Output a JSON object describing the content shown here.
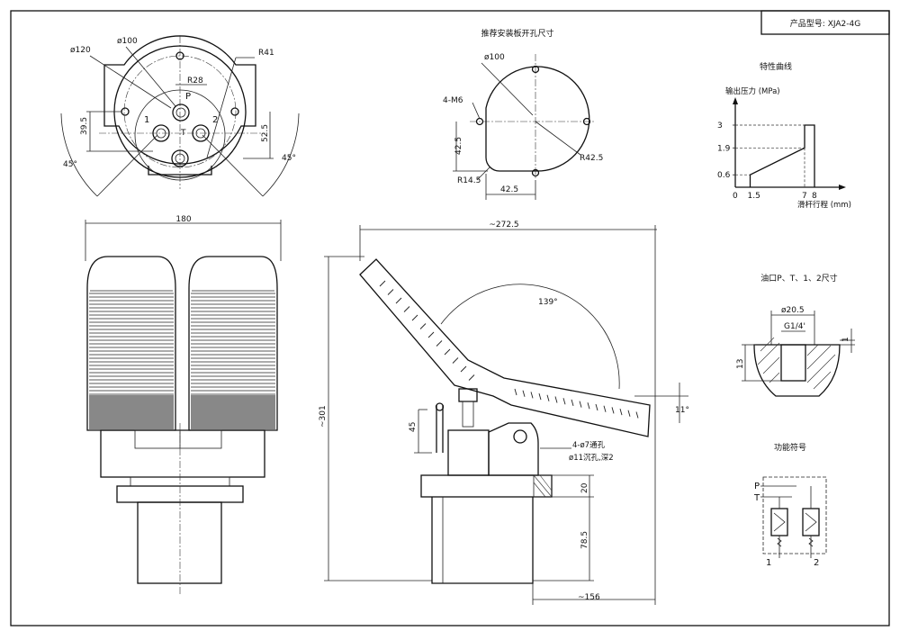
{
  "title_block": {
    "product_model": "产品型号: XJA2-4G"
  },
  "top_view": {
    "d120": "ø120",
    "d100": "ø100",
    "r41": "R41",
    "r28": "R28",
    "port_p": "P",
    "port_1": "1",
    "port_2": "2",
    "port_t": "T",
    "dim_39_5": "39.5",
    "dim_52_5": "52.5",
    "angle_left": "45°",
    "angle_right": "45°"
  },
  "mounting": {
    "title": "推荐安装板开孔尺寸",
    "d100": "ø100",
    "m6": "4-M6",
    "dim_42_5_v": "42.5",
    "dim_42_5_h": "42.5",
    "r14_5": "R14.5",
    "r42_5": "R42.5"
  },
  "curve": {
    "title": "特性曲线",
    "ylabel": "输出压力 (MPa)",
    "xlabel": "滑杆行程 (mm)",
    "y_ticks": [
      "3",
      "1.9",
      "0.6"
    ],
    "x_ticks": [
      "0",
      "1.5",
      "7",
      "8"
    ],
    "points": [
      [
        1.5,
        0
      ],
      [
        1.5,
        0.6
      ],
      [
        7,
        1.9
      ],
      [
        7,
        3
      ],
      [
        8,
        3
      ],
      [
        8,
        0
      ]
    ]
  },
  "front_view": {
    "width": "180"
  },
  "side_view": {
    "total_length": "~272.5",
    "angle": "139°",
    "tilt": "11°",
    "height": "~301",
    "dim_45": "45",
    "dim_20": "20",
    "dim_78_5": "78.5",
    "base": "~156",
    "hole_note_1": "4-ø7通孔",
    "hole_note_2": "ø11沉孔,深2"
  },
  "port_detail": {
    "title": "油口P、T、1、2尺寸",
    "d20_5": "ø20.5",
    "thread": "G1/4'",
    "depth": "13",
    "gap": "1"
  },
  "symbol": {
    "title": "功能符号",
    "p": "P",
    "t": "T",
    "one": "1",
    "two": "2"
  }
}
